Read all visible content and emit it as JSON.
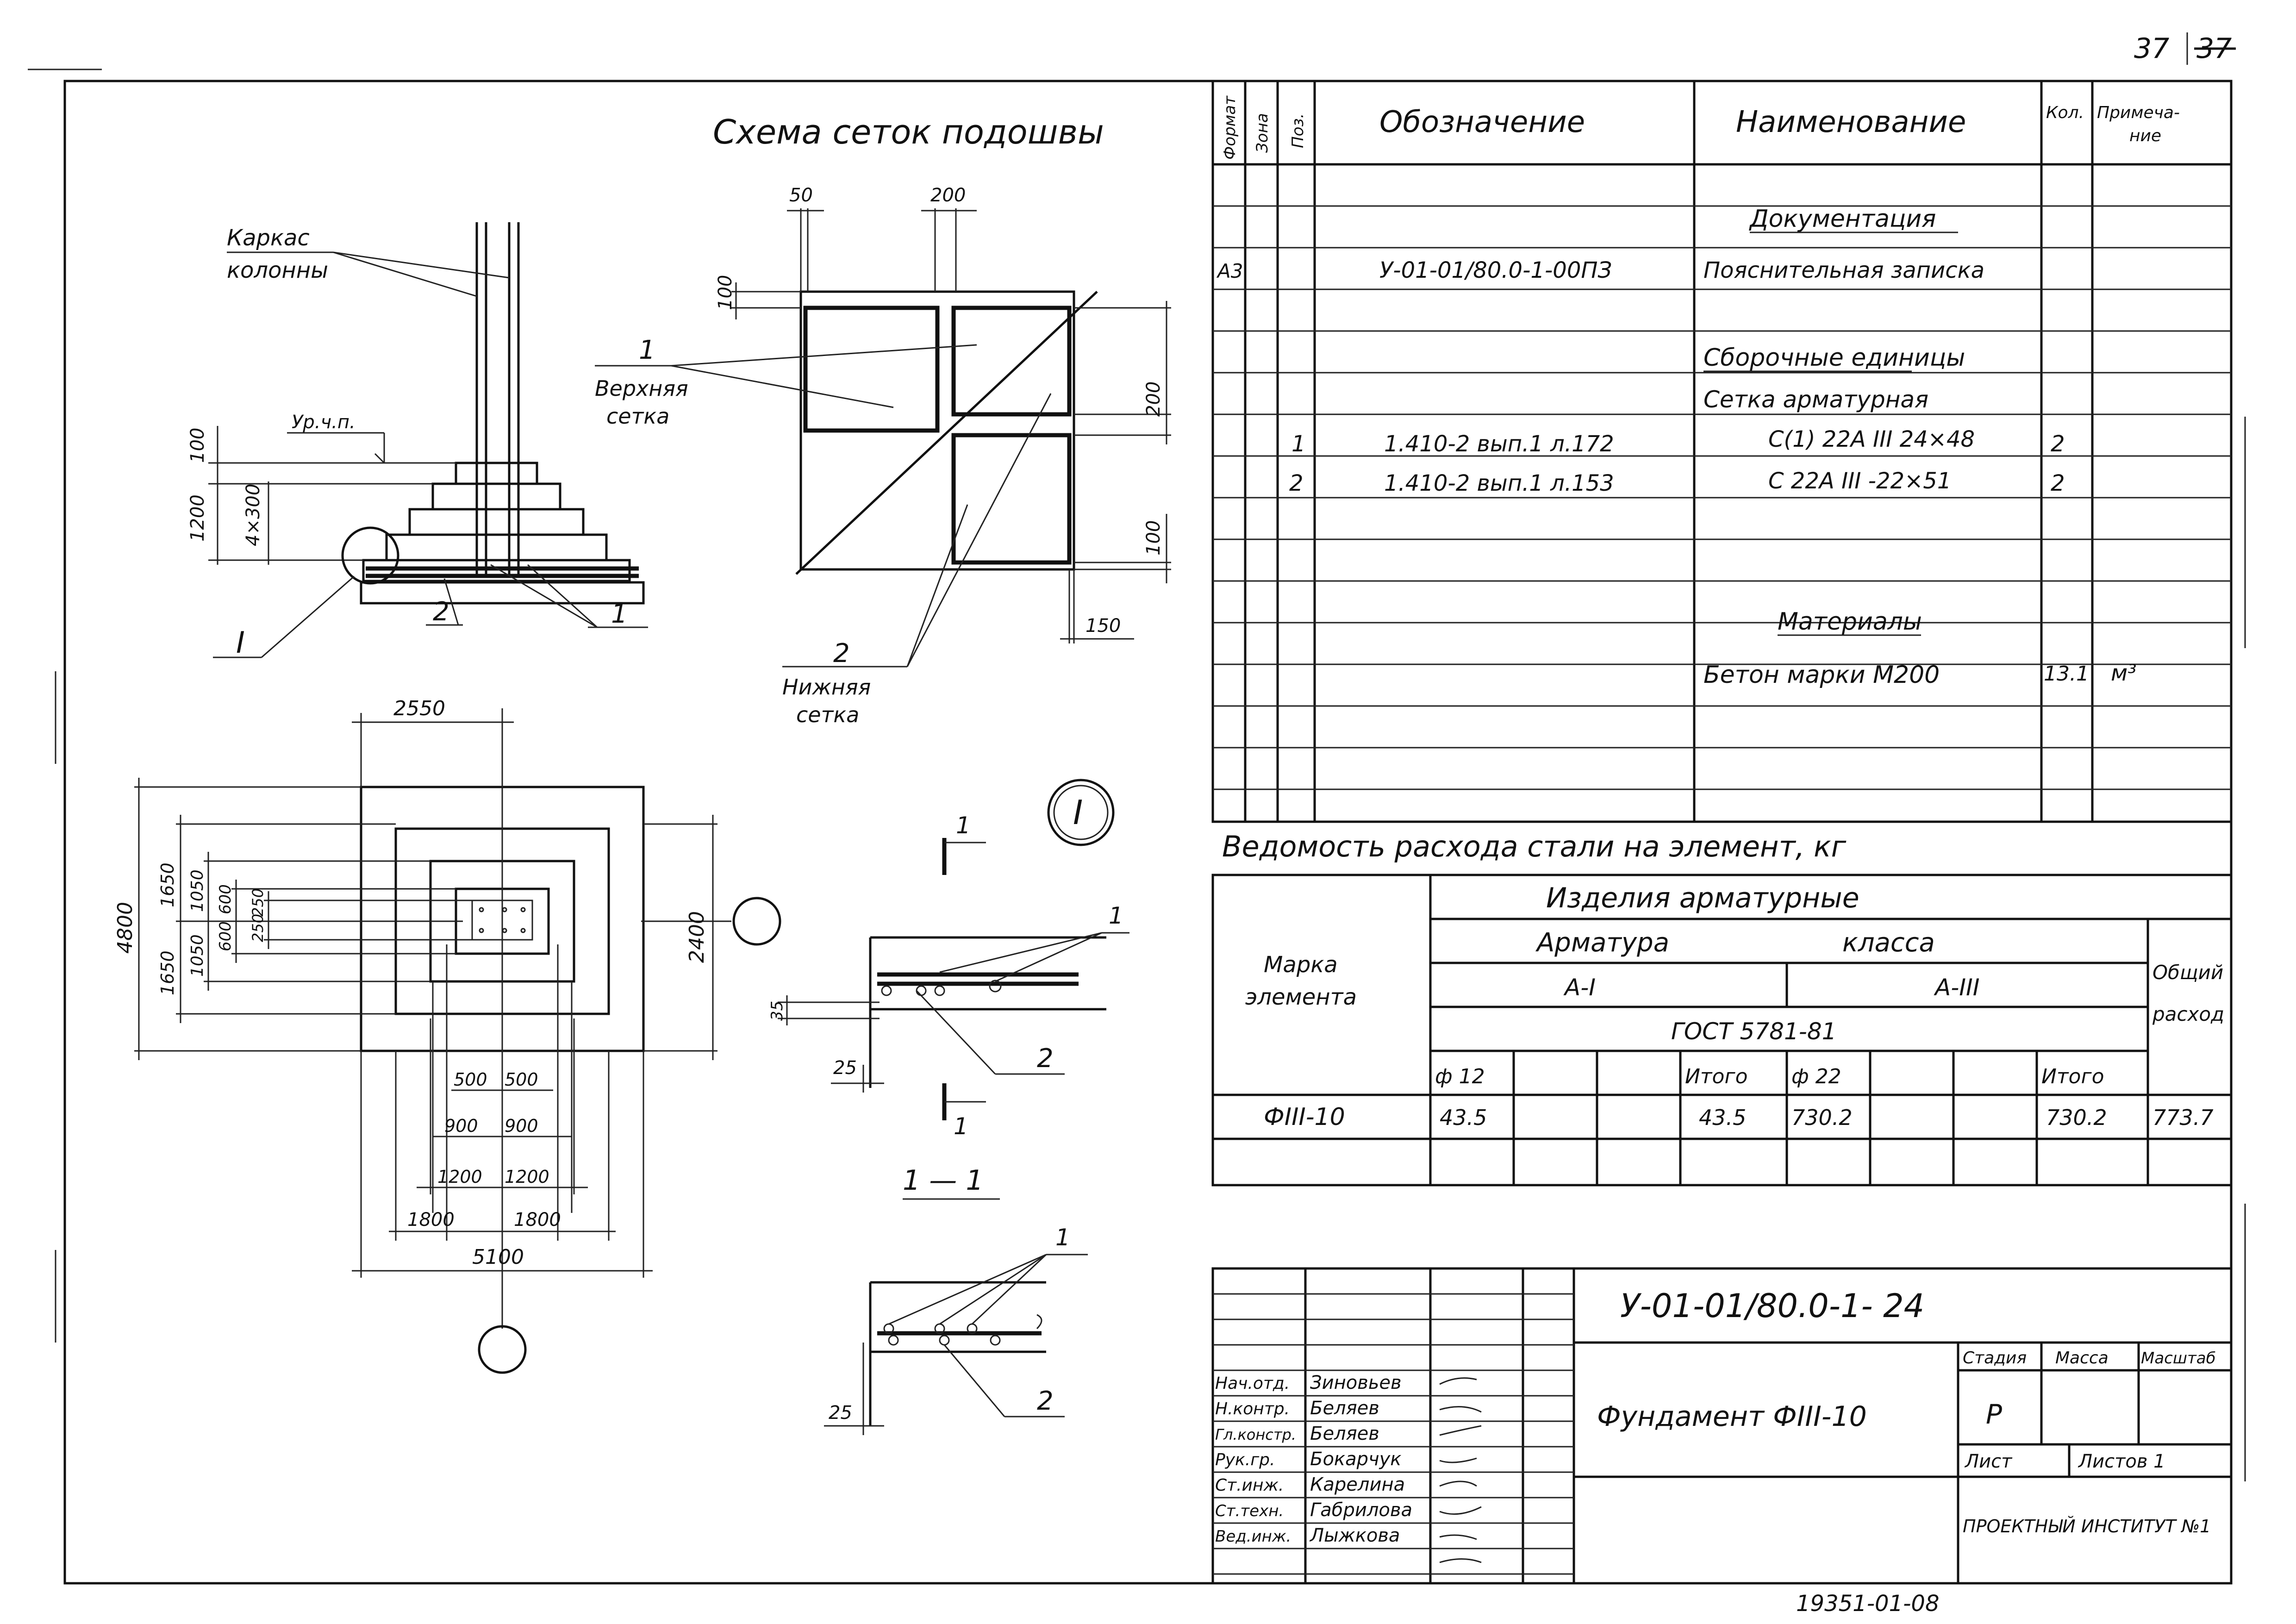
{
  "sheet_number": "37",
  "sheet_number_struck": "37",
  "footer_stamp": "19351-01-08",
  "scheme_title": "Схема сеток подошвы",
  "elevation": {
    "karkas_label_1": "Каркас",
    "karkas_label_2": "колонны",
    "level_label": "Ур.ч.п.",
    "dim_100": "100",
    "dim_1200": "1200",
    "dim_4x300": "4×300",
    "callout_I": "I",
    "pos_2": "2",
    "pos_1": "1"
  },
  "mesh_scheme": {
    "dim_50": "50",
    "dim_200_top": "200",
    "dim_100_top": "100",
    "dim_200_right": "200",
    "dim_100_right": "100",
    "dim_150": "150",
    "pos_1": "1",
    "upper_mesh_1": "Верхняя",
    "upper_mesh_2": "сетка",
    "pos_2": "2",
    "lower_mesh_1": "Нижняя",
    "lower_mesh_2": "сетка"
  },
  "plan": {
    "dim_2550": "2550",
    "dim_4800": "4800",
    "dim_1650_a": "1650",
    "dim_1650_b": "1650",
    "dim_1050_a": "1050",
    "dim_1050_b": "1050",
    "dim_600_a": "600",
    "dim_600_b": "600",
    "dim_250_a": "250",
    "dim_250_b": "250",
    "dim_2400": "2400",
    "dim_500_a": "500",
    "dim_500_b": "500",
    "dim_900_a": "900",
    "dim_900_b": "900",
    "dim_1200_a": "1200",
    "dim_1200_b": "1200",
    "dim_1800_a": "1800",
    "dim_1800_b": "1800",
    "dim_5100": "5100"
  },
  "detail": {
    "callout_I": "I",
    "section_mark": "1",
    "section_title": "1 — 1",
    "pos_1": "1",
    "pos_2": "2",
    "dim_25_a": "25",
    "dim_25_b": "25",
    "dim_35": "35"
  },
  "spec_table": {
    "headers": {
      "format": "Формат",
      "zone": "Зона",
      "pos": "Поз.",
      "designation": "Обозначение",
      "name": "Наименование",
      "qty": "Кол.",
      "note_1": "Примеча-",
      "note_2": "ние"
    },
    "sec_documentation": "Документация",
    "doc_format": "А3",
    "doc_designation": "У-01-01/80.0-1-00ПЗ",
    "doc_name": "Пояснительная записка",
    "sec_assembly": "Сборочные единицы",
    "assembly_sub": "Сетка арматурная",
    "row1_pos": "1",
    "row1_designation": "1.410-2 вып.1 л.172",
    "row1_name": "С(1) 22А III 24×48",
    "row1_qty": "2",
    "row2_pos": "2",
    "row2_designation": "1.410-2 вып.1 л.153",
    "row2_name": "С 22А III -22×51",
    "row2_qty": "2",
    "sec_materials": "Материалы",
    "mat_name": "Бетон марки М200",
    "mat_qty": "13.1",
    "mat_unit": "м³"
  },
  "steel_table": {
    "title": "Ведомость расхода стали на элемент, кг",
    "mark_1": "Марка",
    "mark_2": "элемента",
    "group": "Изделия арматурные",
    "class_hdr_1": "Арматура",
    "class_hdr_2": "класса",
    "class_a1": "А-I",
    "class_a3": "А-III",
    "gost": "ГОСТ 5781-81",
    "total_1": "Общий",
    "total_2": "расход",
    "col_d12": "ф 12",
    "col_itogo_1": "Итого",
    "col_d22": "ф 22",
    "col_itogo_2": "Итого",
    "row_mark": "ФIII-10",
    "row_d12": "43.5",
    "row_itogo_1": "43.5",
    "row_d22": "730.2",
    "row_itogo_2": "730.2",
    "row_total": "773.7"
  },
  "title_block": {
    "code": "У-01-01/80.0-1- 24",
    "title": "Фундамент ФIII-10",
    "stage_hdr": "Стадия",
    "mass_hdr": "Масса",
    "scale_hdr": "Масштаб",
    "stage": "Р",
    "sheet_hdr": "Лист",
    "sheets_hdr": "Листов 1",
    "org": "ПРОЕКТНЫЙ ИНСТИТУТ №1",
    "roles": [
      {
        "role": "Нач.отд.",
        "name": "Зиновьев"
      },
      {
        "role": "Н.контр.",
        "name": "Беляев"
      },
      {
        "role": "Гл.констр.",
        "name": "Беляев"
      },
      {
        "role": "Рук.гр.",
        "name": "Бокарчук"
      },
      {
        "role": "Ст.инж.",
        "name": "Карелина"
      },
      {
        "role": "Ст.техн.",
        "name": "Габрилова"
      },
      {
        "role": "Вед.инж.",
        "name": "Лыжкова"
      }
    ]
  }
}
